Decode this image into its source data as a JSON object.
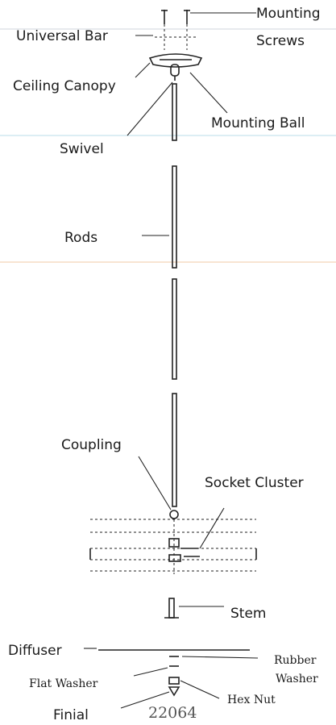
{
  "labels": {
    "mounting_screws_line1": "Mounting",
    "mounting_screws_line2": "Screws",
    "universal_bar": "Universal Bar",
    "ceiling_canopy": "Ceiling Canopy",
    "mounting_ball": "Mounting Ball",
    "swivel": "Swivel",
    "rods": "Rods",
    "coupling": "Coupling",
    "socket_cluster": "Socket Cluster",
    "stem": "Stem",
    "diffuser": "Diffuser",
    "rubber_washer_line1": "Rubber",
    "rubber_washer_line2": "Washer",
    "flat_washer": "Flat Washer",
    "hex_nut": "Hex Nut",
    "finial": "Finial",
    "model_number": "22064"
  },
  "colors": {
    "ink": "#222222",
    "background": "#ffffff",
    "scan_line_blue": "#b9dcea",
    "scan_line_orange": "#f2c9a6"
  }
}
